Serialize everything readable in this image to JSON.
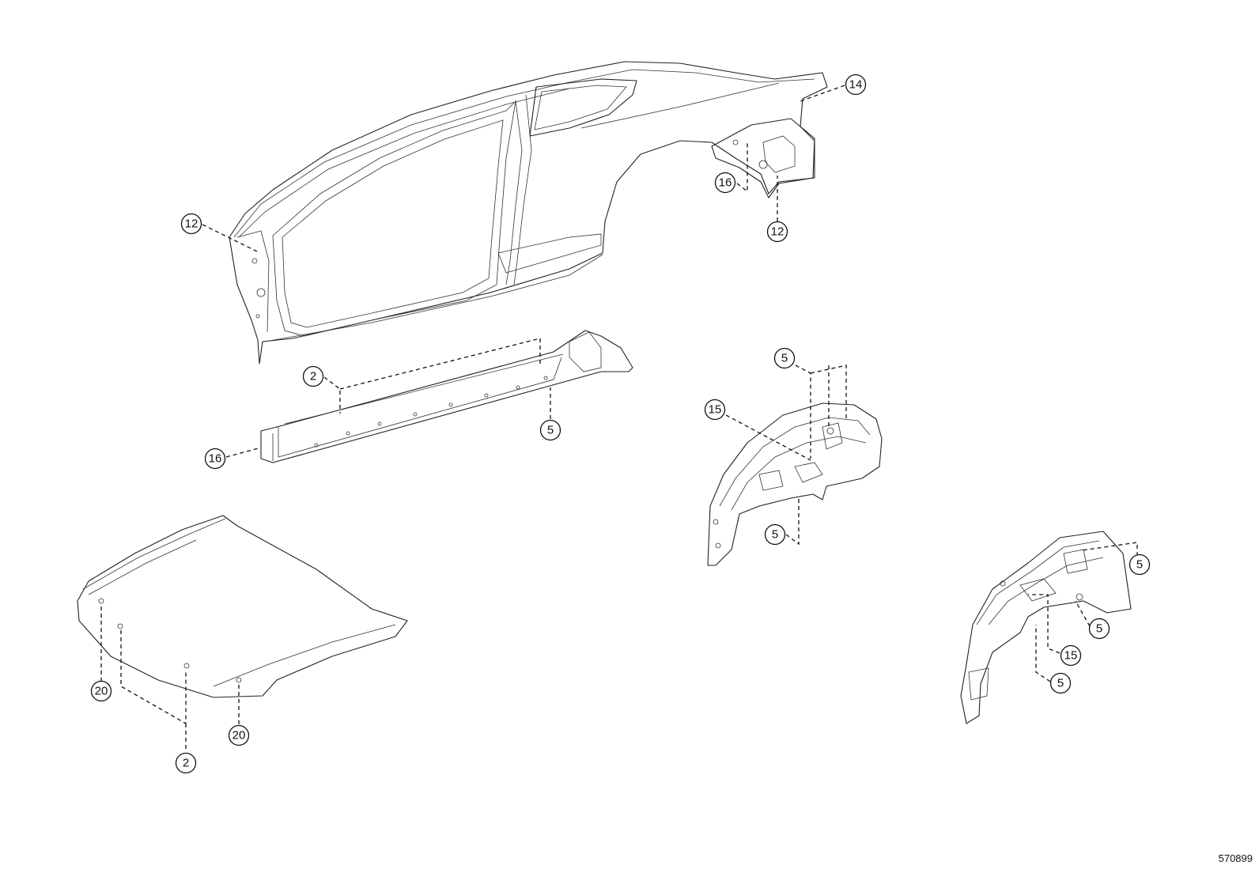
{
  "diagram": {
    "id": "570899",
    "callouts": [
      "14",
      "12",
      "16",
      "12",
      "2",
      "5",
      "16",
      "5",
      "15",
      "5",
      "5",
      "5",
      "15",
      "5",
      "20",
      "2",
      "20"
    ]
  }
}
